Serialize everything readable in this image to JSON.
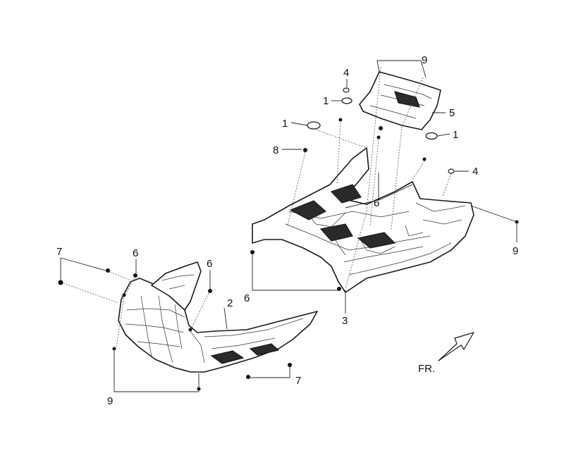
{
  "callouts": [
    {
      "id": "c-9-top",
      "label": "9"
    },
    {
      "id": "c-4-top",
      "label": "4"
    },
    {
      "id": "c-1-top",
      "label": "1"
    },
    {
      "id": "c-5",
      "label": "5"
    },
    {
      "id": "c-1-left",
      "label": "1"
    },
    {
      "id": "c-1-right",
      "label": "1"
    },
    {
      "id": "c-8",
      "label": "8"
    },
    {
      "id": "c-4-right",
      "label": "4"
    },
    {
      "id": "c-6-mid",
      "label": "6"
    },
    {
      "id": "c-9-right",
      "label": "9"
    },
    {
      "id": "c-6-lower",
      "label": "6"
    },
    {
      "id": "c-3",
      "label": "3"
    },
    {
      "id": "c-7-left",
      "label": "7"
    },
    {
      "id": "c-6-left1",
      "label": "6"
    },
    {
      "id": "c-6-left2",
      "label": "6"
    },
    {
      "id": "c-2",
      "label": "2"
    },
    {
      "id": "c-7-bottom",
      "label": "7"
    },
    {
      "id": "c-9-bottom",
      "label": "9"
    }
  ],
  "direction_label": "FR.",
  "colors": {
    "line": "#1a1a1a",
    "background": "#ffffff"
  }
}
